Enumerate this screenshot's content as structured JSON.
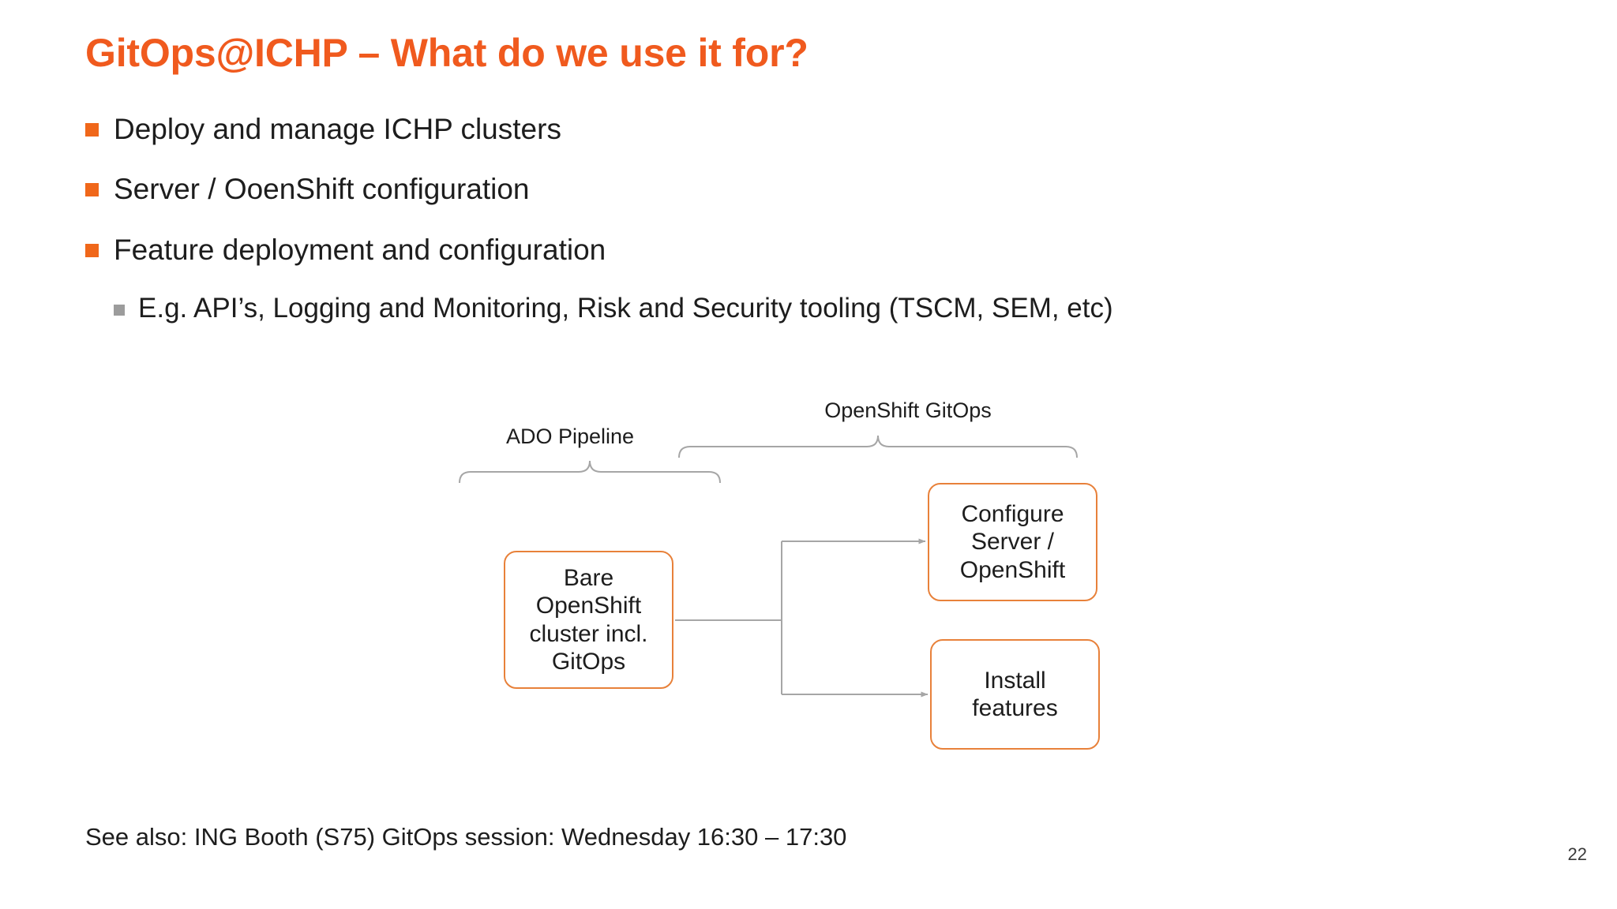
{
  "slide": {
    "title": "GitOps@ICHP – What do we use it for?",
    "page_number": "22",
    "accent_color": "#F05A1E",
    "bullet_color": "#F0671A",
    "subbullet_color": "#9C9C9C",
    "node_border_color": "#E8813A",
    "connector_color": "#A6A6A6",
    "background_color": "#FFFFFF"
  },
  "bullets": [
    {
      "level": 1,
      "text": "Deploy and manage ICHP clusters"
    },
    {
      "level": 1,
      "text": "Server / OoenShift configuration"
    },
    {
      "level": 1,
      "text": "Feature deployment and configuration"
    },
    {
      "level": 2,
      "text": "E.g. API’s, Logging and Monitoring, Risk and Security tooling (TSCM, SEM, etc)"
    }
  ],
  "diagram": {
    "braces": [
      {
        "id": "ado-pipeline",
        "label": "ADO Pipeline"
      },
      {
        "id": "openshift-gitops",
        "label": "OpenShift GitOps"
      }
    ],
    "nodes": [
      {
        "id": "bare-cluster",
        "label": "Bare OpenShift cluster incl. GitOps"
      },
      {
        "id": "configure-server",
        "label": "Configure Server / OpenShift"
      },
      {
        "id": "install-features",
        "label": "Install features"
      }
    ],
    "edges": [
      {
        "from": "bare-cluster",
        "to": "configure-server"
      },
      {
        "from": "bare-cluster",
        "to": "install-features"
      }
    ]
  },
  "footer": {
    "note": "See also: ING Booth (S75) GitOps session: Wednesday 16:30 – 17:30"
  }
}
